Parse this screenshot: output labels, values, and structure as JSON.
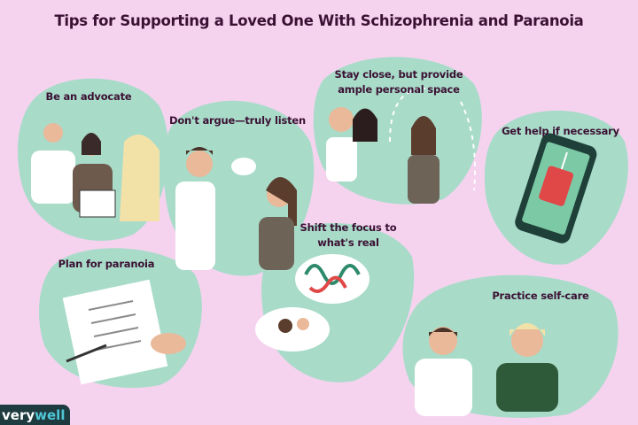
{
  "title": "Tips for Supporting a Loved One With Schizophrenia and Paranoia",
  "tips": [
    {
      "label": "Be an advocate"
    },
    {
      "label": "Don't argue—truly listen"
    },
    {
      "label": "Stay close, but provide ample personal space"
    },
    {
      "label": "Get help if necessary"
    },
    {
      "label": "Plan for paranoia"
    },
    {
      "label": "Shift the focus to what's real"
    },
    {
      "label": "Practice self-care"
    }
  ],
  "logo": {
    "part1": "very",
    "part2": "well"
  },
  "colors": {
    "background": "#f5d3ef",
    "blob": "#a9dbc9",
    "text": "#3b1133",
    "logo_bg": "#1e3b40",
    "logo_accent": "#4fc6d6"
  }
}
